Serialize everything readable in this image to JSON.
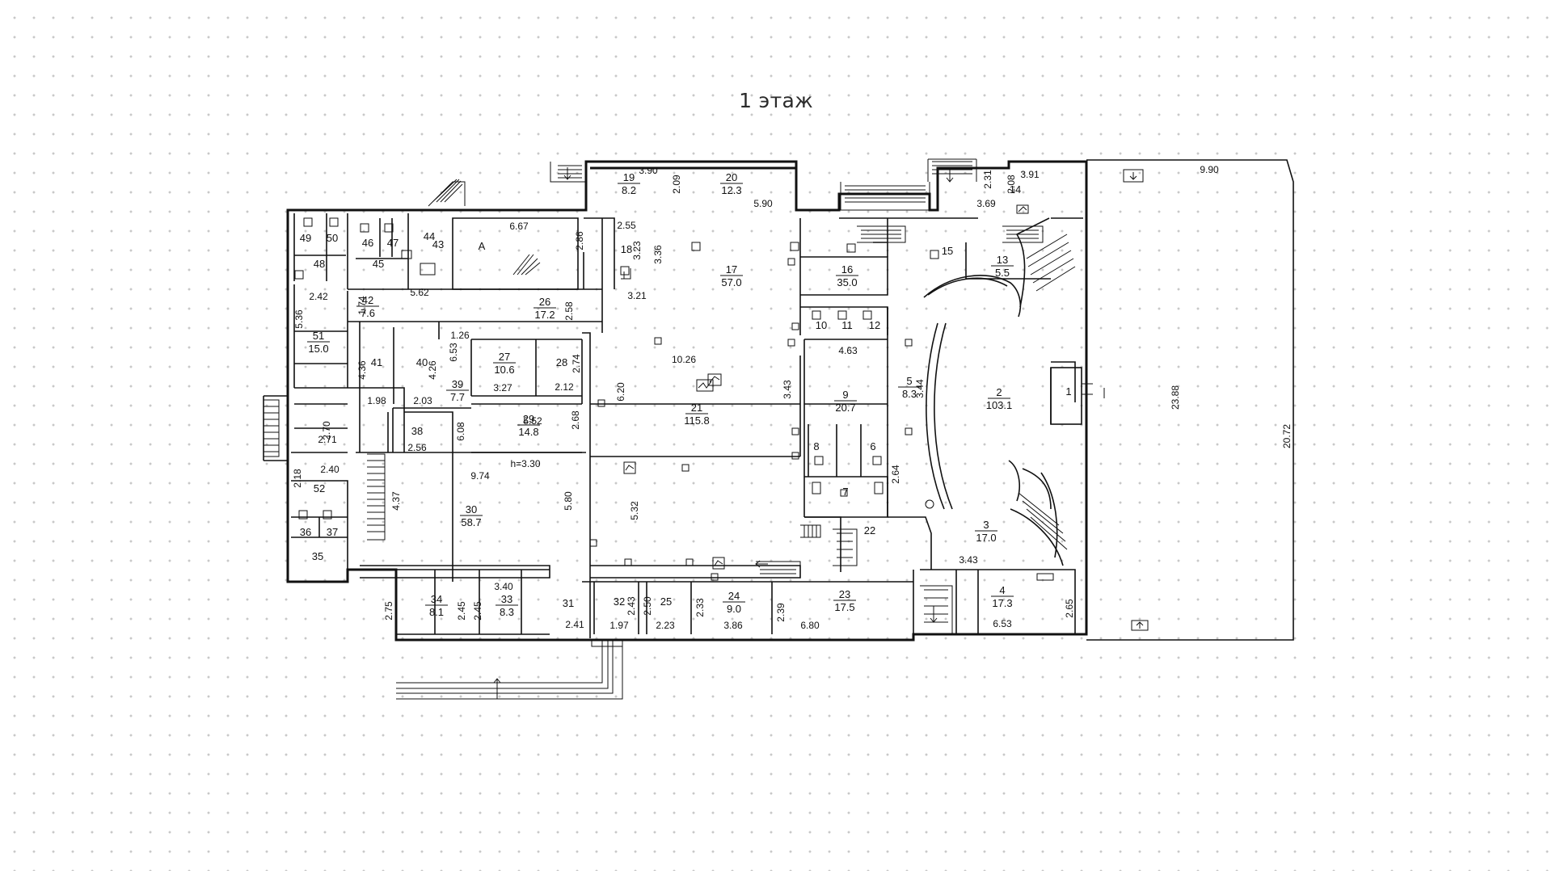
{
  "title": "1 этаж",
  "rooms": [
    {
      "num": "1",
      "area": ""
    },
    {
      "num": "2",
      "area": "103.1"
    },
    {
      "num": "3",
      "area": "17.0"
    },
    {
      "num": "4",
      "area": "17.3"
    },
    {
      "num": "5",
      "area": "8.3"
    },
    {
      "num": "6",
      "area": ""
    },
    {
      "num": "7",
      "area": ""
    },
    {
      "num": "8",
      "area": ""
    },
    {
      "num": "9",
      "area": "20.7"
    },
    {
      "num": "10",
      "area": ""
    },
    {
      "num": "11",
      "area": ""
    },
    {
      "num": "12",
      "area": ""
    },
    {
      "num": "13",
      "area": "5.5"
    },
    {
      "num": "14",
      "area": ""
    },
    {
      "num": "15",
      "area": ""
    },
    {
      "num": "16",
      "area": "35.0"
    },
    {
      "num": "17",
      "area": "57.0"
    },
    {
      "num": "18",
      "area": ""
    },
    {
      "num": "19",
      "area": "8.2"
    },
    {
      "num": "20",
      "area": "12.3"
    },
    {
      "num": "21",
      "area": "115.8"
    },
    {
      "num": "22",
      "area": ""
    },
    {
      "num": "23",
      "area": "17.5"
    },
    {
      "num": "24",
      "area": "9.0"
    },
    {
      "num": "25",
      "area": ""
    },
    {
      "num": "26",
      "area": "17.2"
    },
    {
      "num": "27",
      "area": "10.6"
    },
    {
      "num": "28",
      "area": ""
    },
    {
      "num": "29",
      "area": "14.8"
    },
    {
      "num": "30",
      "area": "58.7"
    },
    {
      "num": "31",
      "area": ""
    },
    {
      "num": "32",
      "area": ""
    },
    {
      "num": "33",
      "area": "8.3"
    },
    {
      "num": "34",
      "area": "8.1"
    },
    {
      "num": "35",
      "area": ""
    },
    {
      "num": "36",
      "area": ""
    },
    {
      "num": "37",
      "area": ""
    },
    {
      "num": "38",
      "area": ""
    },
    {
      "num": "39",
      "area": "7.7"
    },
    {
      "num": "40",
      "area": ""
    },
    {
      "num": "41",
      "area": ""
    },
    {
      "num": "42",
      "area": "7.6"
    },
    {
      "num": "43",
      "area": ""
    },
    {
      "num": "44",
      "area": ""
    },
    {
      "num": "45",
      "area": ""
    },
    {
      "num": "46",
      "area": ""
    },
    {
      "num": "47",
      "area": ""
    },
    {
      "num": "48",
      "area": ""
    },
    {
      "num": "49",
      "area": ""
    },
    {
      "num": "50",
      "area": ""
    },
    {
      "num": "51",
      "area": "15.0"
    },
    {
      "num": "52",
      "area": ""
    },
    {
      "num": "А",
      "area": ""
    }
  ],
  "dimensions": [
    "3.90",
    "2.09",
    "5.90",
    "2.31",
    "3.91",
    "2.08",
    "3.69",
    "9.90",
    "6.67",
    "2.86",
    "2.55",
    "3.23",
    "3.36",
    "3.21",
    "5.62",
    "1.74",
    "2.42",
    "5.36",
    "2.58",
    "1.26",
    "6.53",
    "4.36",
    "1.98",
    "4.26",
    "2.03",
    "3.27",
    "2.12",
    "2.74",
    "6.20",
    "10.26",
    "4.63",
    "3.43",
    "3.44",
    "2.70",
    "2.71",
    "2.56",
    "6.08",
    "5.52",
    "2.68",
    "h=3.30",
    "2.40",
    "2.18",
    "9.74",
    "4.37",
    "5.80",
    "5.32",
    "2.64",
    "3.40",
    "2.75",
    "2.45",
    "2.45",
    "2.41",
    "2.43",
    "2.50",
    "1.97",
    "2.23",
    "2.33",
    "3.86",
    "2.39",
    "6.80",
    "3.43",
    "6.53",
    "2.65",
    "23.88",
    "20.72"
  ]
}
